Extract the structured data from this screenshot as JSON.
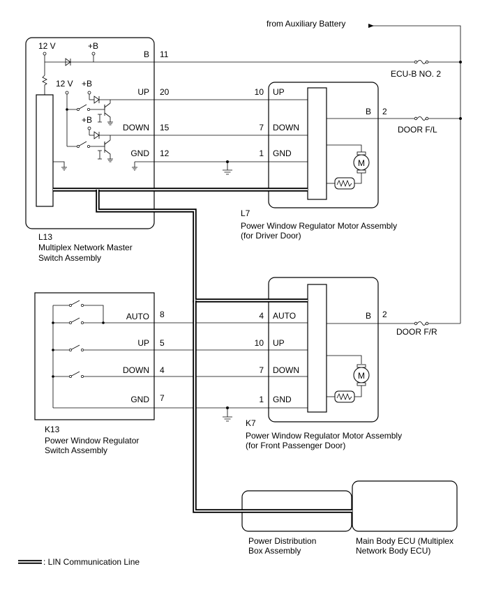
{
  "battery_source": "from Auxiliary Battery",
  "fuses": {
    "ecu_b": "ECU-B NO. 2",
    "door_fl": "DOOR F/L",
    "door_fr": "DOOR F/R"
  },
  "master_switch": {
    "code": "L13",
    "name_line1": "Multiplex Network Master",
    "name_line2": "Switch Assembly",
    "supply_12v": "12 V",
    "supply_b": "+B",
    "inner_12v": "12 V",
    "inner_b1": "+B",
    "inner_b2": "+B",
    "pins": [
      {
        "label": "B",
        "num": "11"
      },
      {
        "label": "UP",
        "num": "20"
      },
      {
        "label": "DOWN",
        "num": "15"
      },
      {
        "label": "GND",
        "num": "12"
      }
    ]
  },
  "driver_motor": {
    "code": "L7",
    "name_line1": "Power Window Regulator Motor Assembly",
    "name_line2": "(for Driver Door)",
    "pins": [
      {
        "num": "10",
        "label": "UP"
      },
      {
        "num": "7",
        "label": "DOWN"
      },
      {
        "num": "1",
        "label": "GND"
      }
    ],
    "b_label": "B",
    "b_num": "2",
    "motor_symbol": "M"
  },
  "regulator_switch": {
    "code": "K13",
    "name_line1": "Power Window Regulator",
    "name_line2": "Switch Assembly",
    "pins": [
      {
        "label": "AUTO",
        "num": "8"
      },
      {
        "label": "UP",
        "num": "5"
      },
      {
        "label": "DOWN",
        "num": "4"
      },
      {
        "label": "GND",
        "num": "7"
      }
    ]
  },
  "passenger_motor": {
    "code": "K7",
    "name_line1": "Power Window Regulator Motor Assembly",
    "name_line2": "(for Front Passenger Door)",
    "pins": [
      {
        "num": "4",
        "label": "AUTO"
      },
      {
        "num": "10",
        "label": "UP"
      },
      {
        "num": "7",
        "label": "DOWN"
      },
      {
        "num": "1",
        "label": "GND"
      }
    ],
    "b_label": "B",
    "b_num": "2",
    "motor_symbol": "M"
  },
  "power_distribution": {
    "name_line1": "Power Distribution",
    "name_line2": "Box Assembly"
  },
  "main_body_ecu": {
    "name_line1": "Main Body ECU (Multiplex",
    "name_line2": "Network Body ECU)"
  },
  "legend": {
    "label": ": LIN Communication Line"
  }
}
